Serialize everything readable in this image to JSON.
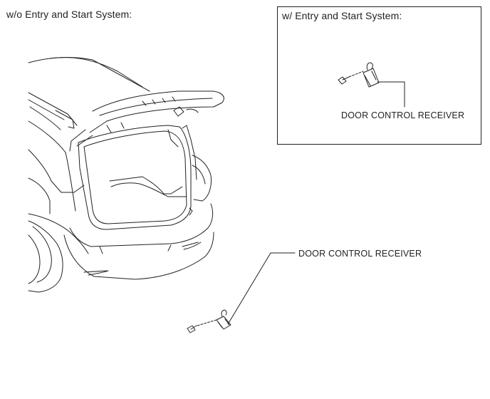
{
  "main_view": {
    "caption": "w/o Entry and Start System:",
    "callout_label": "DOOR CONTROL RECEIVER"
  },
  "inset_view": {
    "caption": "w/ Entry and Start System:",
    "callout_label": "DOOR CONTROL RECEIVER"
  },
  "colors": {
    "line": "#222222",
    "background": "#ffffff"
  }
}
